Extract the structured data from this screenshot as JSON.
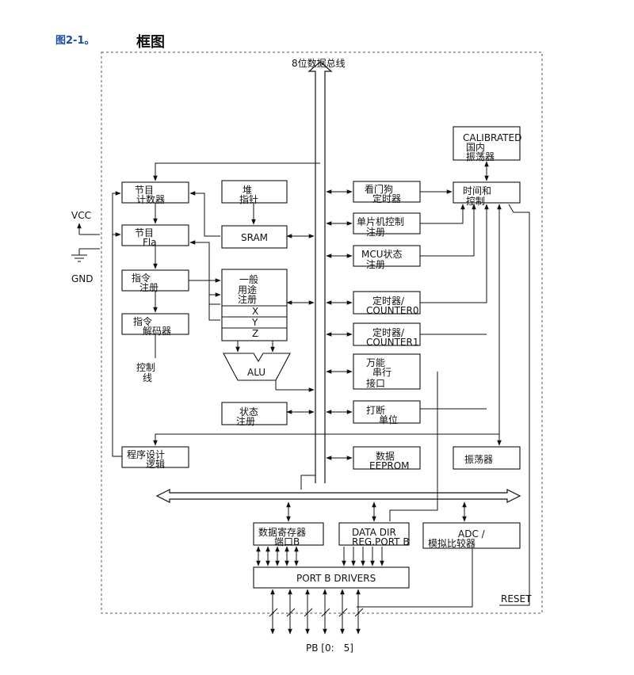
{
  "header": {
    "figure_label": "图2-1。",
    "figure_title": "框图"
  },
  "labels": {
    "bus": "8位数据总线",
    "vcc": "VCC",
    "gnd": "GND",
    "reset": "RESET",
    "pb": "PB [0:　5]",
    "control_lines": [
      "控制",
      "线"
    ]
  },
  "blocks": {
    "program_counter": [
      "节目",
      "计数器"
    ],
    "program_flash": [
      "节目",
      "Fla"
    ],
    "instruction_register": [
      "指令",
      "注册"
    ],
    "instruction_decoder": [
      "指令",
      "解码器"
    ],
    "program_logic": [
      "程序设计",
      "逻辑"
    ],
    "stack_pointer": [
      "堆",
      "指针"
    ],
    "sram": [
      "SRAM"
    ],
    "gp_registers": [
      "一般",
      "用途",
      "注册"
    ],
    "reg_x": "X",
    "reg_y": "Y",
    "reg_z": "Z",
    "alu": "ALU",
    "status_register": [
      "状态",
      "注册"
    ],
    "watchdog": [
      "看门狗",
      "定时器"
    ],
    "mcu_control": [
      "单片机控制",
      "注册"
    ],
    "mcu_status": [
      "MCU状态",
      "注册"
    ],
    "timer_counter0": [
      "定时器/",
      "COUNTER0"
    ],
    "timer_counter1": [
      "定时器/",
      "COUNTER1"
    ],
    "usi": [
      "万能",
      "串行",
      "接口"
    ],
    "interrupt": [
      "打断",
      "单位"
    ],
    "eeprom": [
      "数据",
      "EEPROM"
    ],
    "calibrated_osc": [
      "CALIBRATED",
      "国内",
      "振荡器"
    ],
    "timing_control": [
      "时间和",
      "控制"
    ],
    "oscillators": [
      "振荡器"
    ],
    "data_register": [
      "数据寄存器",
      "端口B"
    ],
    "data_dir": [
      "DATA DIR",
      "REG.PORT B"
    ],
    "adc": [
      "ADC /",
      "模拟比较器"
    ],
    "port_drivers": [
      "PORT B DRIVERS"
    ]
  },
  "icons": [
    "vcc-arrow-icon",
    "ground-icon"
  ]
}
